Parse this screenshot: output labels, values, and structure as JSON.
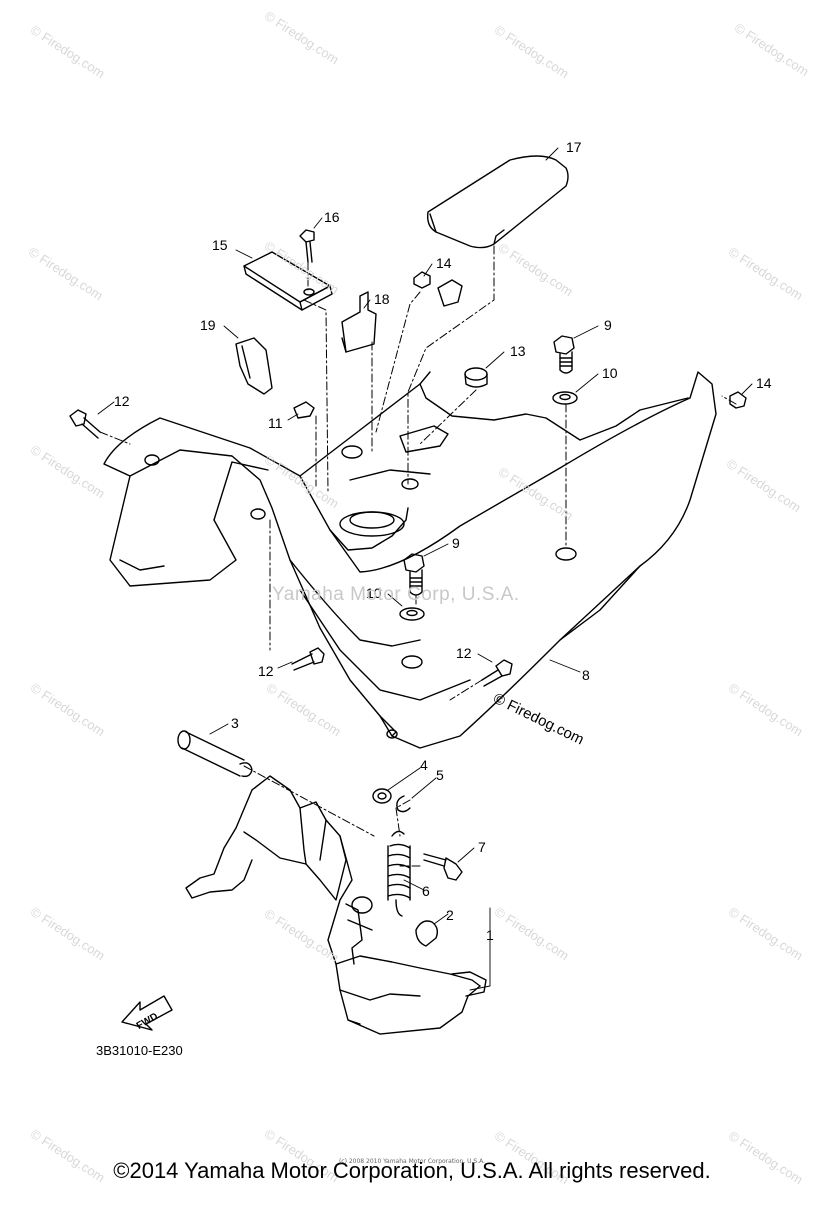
{
  "callouts": [
    "1",
    "2",
    "3",
    "4",
    "5",
    "6",
    "7",
    "8",
    "9",
    "9",
    "10",
    "10",
    "11",
    "12",
    "12",
    "12",
    "13",
    "14",
    "14",
    "15",
    "16",
    "17",
    "18",
    "19"
  ],
  "diagram_code": "3B31010-E230",
  "fwd_label": "FWD",
  "watermark_text": "© Firedog.com",
  "center_watermark": "Yamaha Motor Corp, U.S.A.",
  "tiny_credit": "(c) 2008 2010 Yamaha Motor Corporation, U.S.A.",
  "footer": "©2014 Yamaha Motor Corporation, U.S.A. All rights reserved."
}
